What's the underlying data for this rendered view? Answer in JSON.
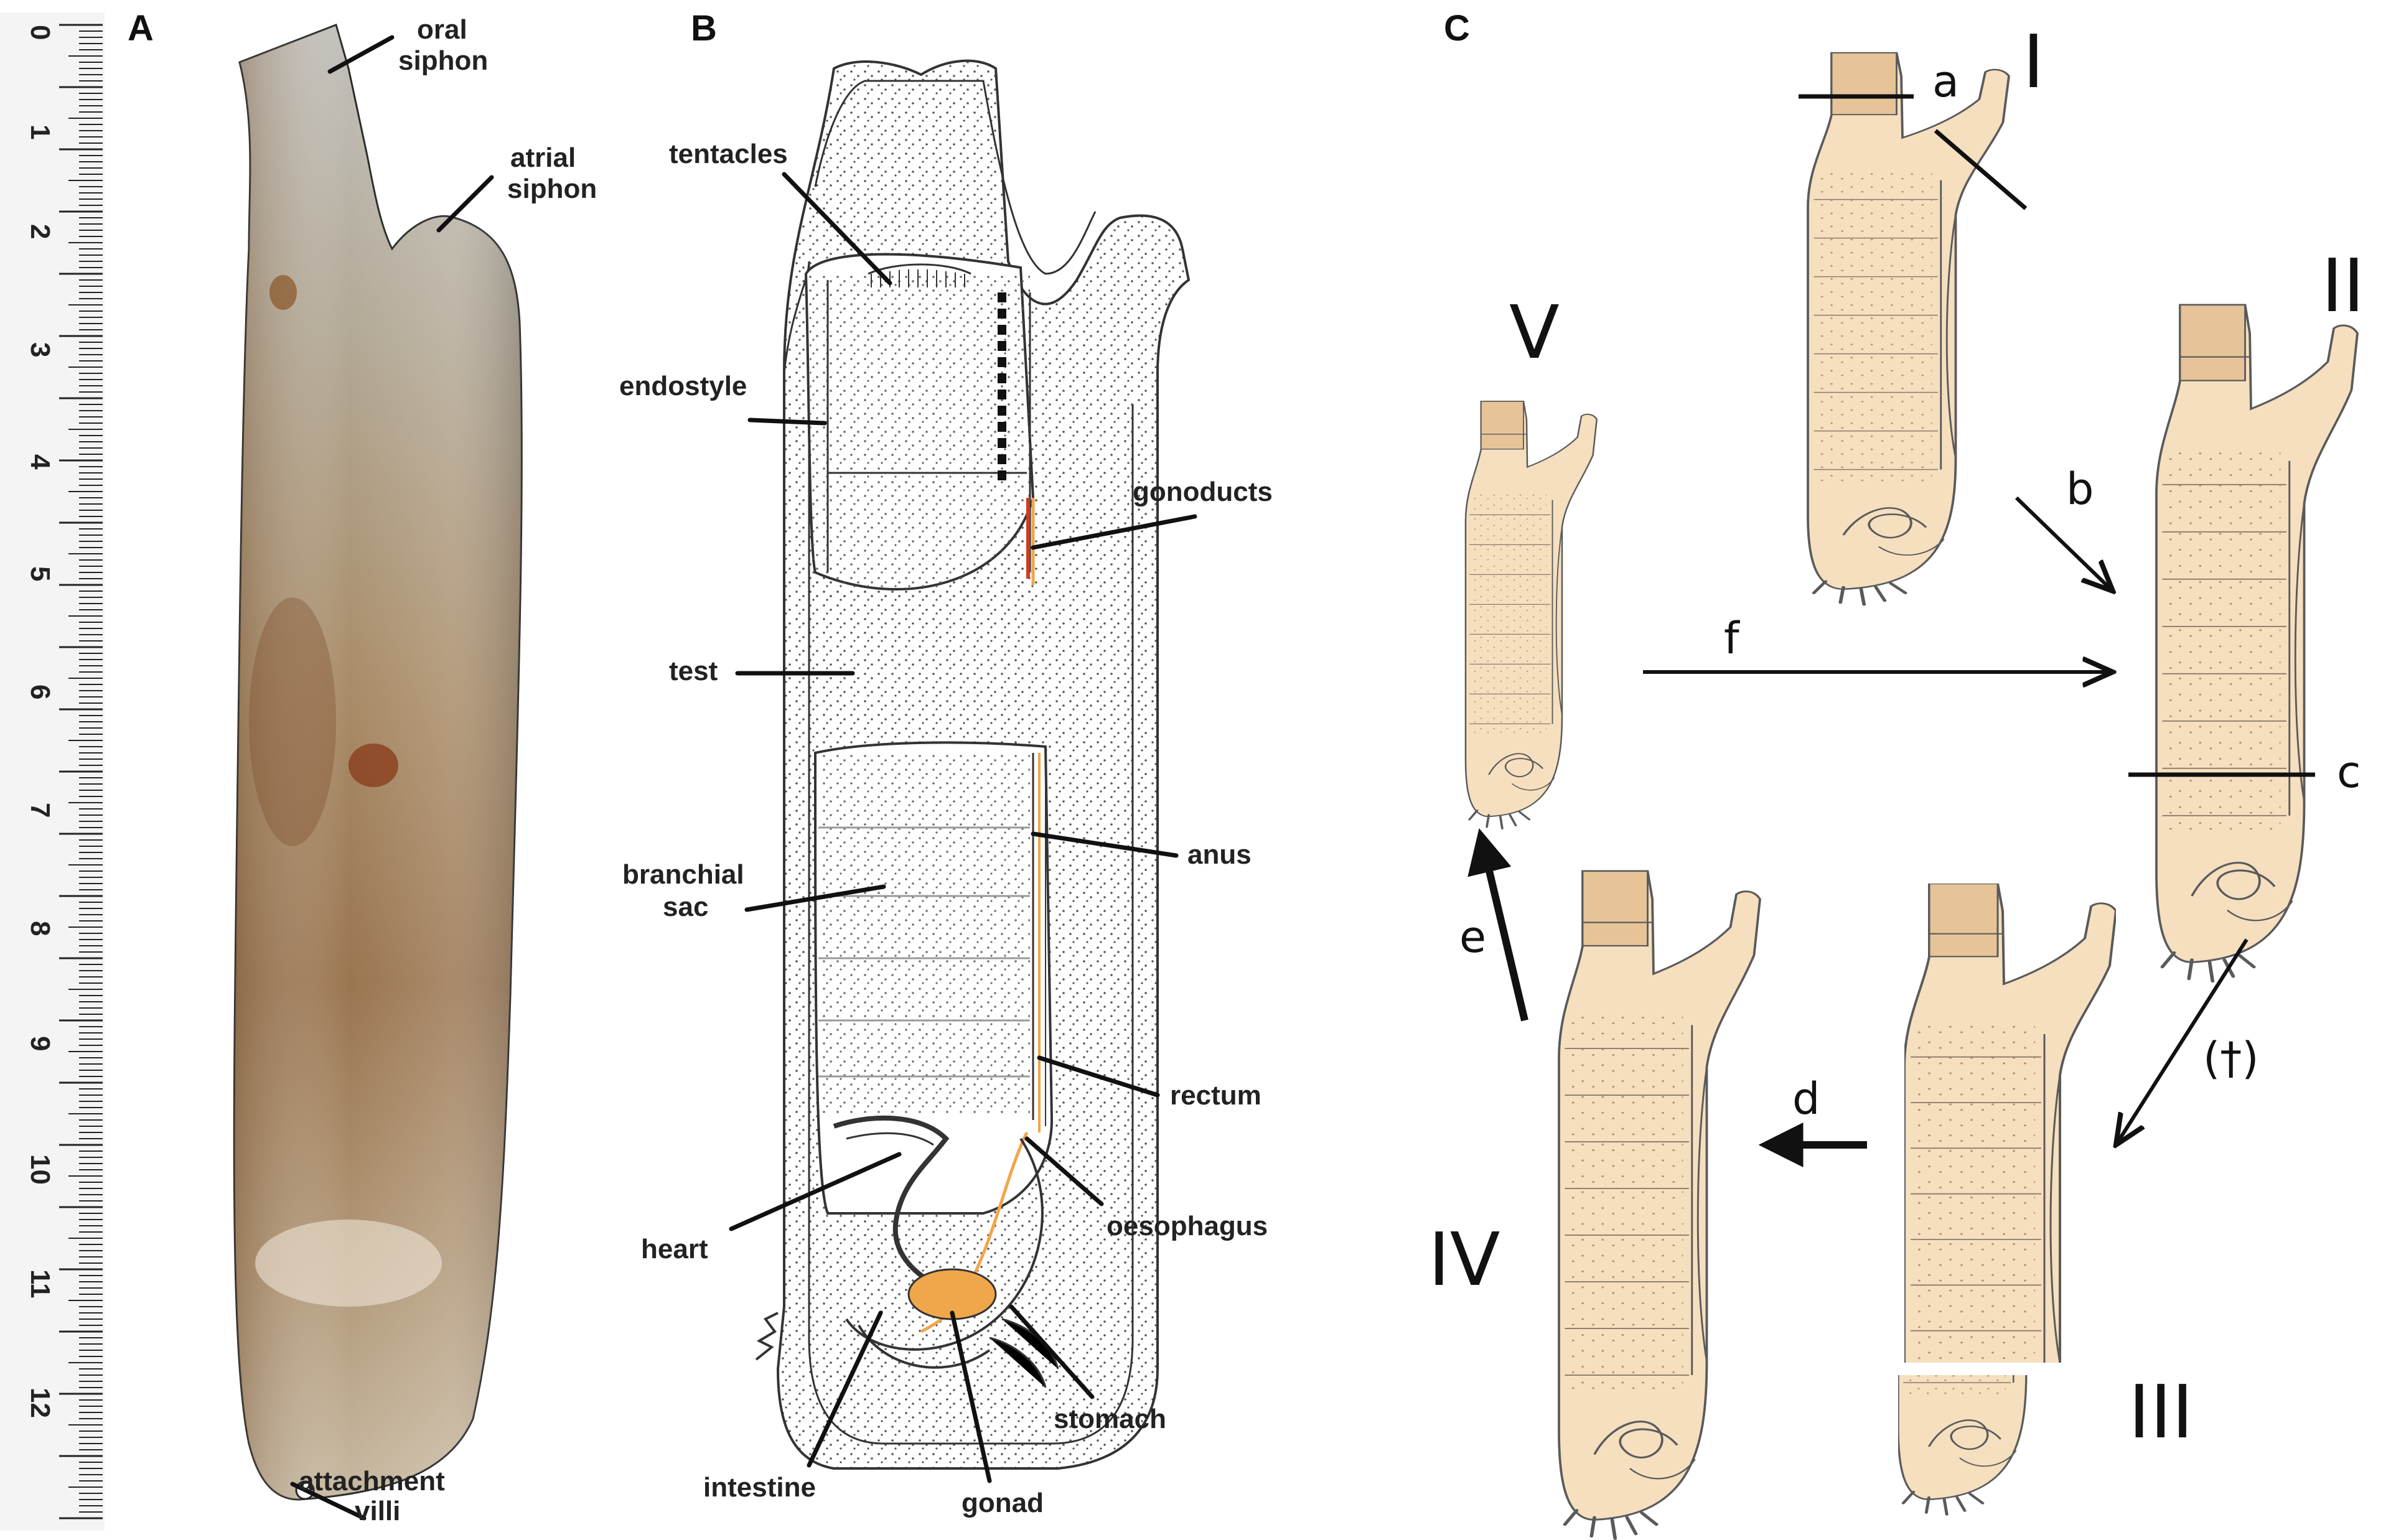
{
  "panels": {
    "A": "A",
    "B": "B",
    "C": "C"
  },
  "ruler": {
    "numbers": [
      "0",
      "1",
      "2",
      "3",
      "4",
      "5",
      "6",
      "7",
      "8",
      "9",
      "10",
      "11",
      "12"
    ]
  },
  "panel_a_labels": {
    "oral_siphon": [
      "oral",
      "siphon"
    ],
    "atrial_siphon": [
      "atrial",
      "siphon"
    ],
    "attachment_villi": [
      "attachment",
      "villi"
    ]
  },
  "panel_b_labels": {
    "tentacles": "tentacles",
    "endostyle": "endostyle",
    "gonoducts": "gonoducts",
    "test": "test",
    "anus": "anus",
    "branchial_sac": [
      "branchial",
      "sac"
    ],
    "rectum": "rectum",
    "heart": "heart",
    "oesophagus": "oesophagus",
    "intestine": "intestine",
    "stomach": "stomach",
    "gonad": "gonad"
  },
  "panel_c": {
    "stages": {
      "I": "I",
      "II": "II",
      "III": "III",
      "IV": "IV",
      "V": "V"
    },
    "steps": {
      "a": "a",
      "b": "b",
      "c": "c",
      "d": "d",
      "e": "e",
      "f": "f",
      "dagger": "(†)"
    }
  },
  "colors": {
    "specimen_brown": "#9a7550",
    "specimen_grey": "#b6b4ae",
    "sketch_fill": "#f5dfbf",
    "siphon_fill": "#e6c497",
    "gonad_orange": "#f0a64a",
    "gonoduct_red": "#d23a1f",
    "line": "#111111"
  }
}
